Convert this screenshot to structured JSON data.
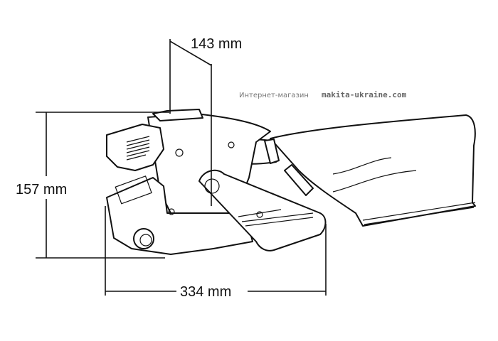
{
  "dimensions": {
    "depth": "143 mm",
    "height": "157 mm",
    "length": "334 mm"
  },
  "watermark": {
    "label": "Интернет-магазин",
    "site": "makita-ukraine.com"
  }
}
